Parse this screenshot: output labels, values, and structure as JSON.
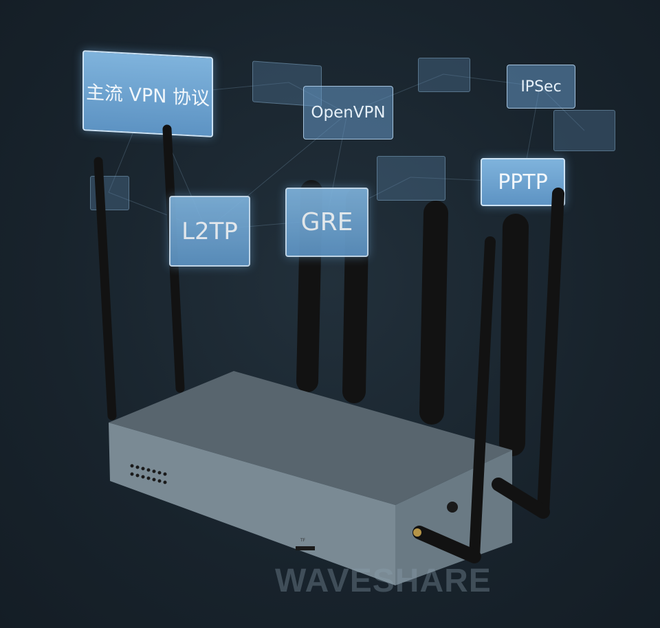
{
  "labels": {
    "main": "主流 VPN 协议",
    "openvpn": "OpenVPN",
    "ipsec": "IPSec",
    "pptp": "PPTP",
    "l2tp": "L2TP",
    "gre": "GRE"
  },
  "device": {
    "slot_label": "TF"
  },
  "watermark": "WAVESHARE",
  "colors": {
    "background": "#18232c",
    "tag_fill": "#6fa4d2",
    "tag_border": "#cde3f5",
    "chassis": "#6f7f89"
  }
}
